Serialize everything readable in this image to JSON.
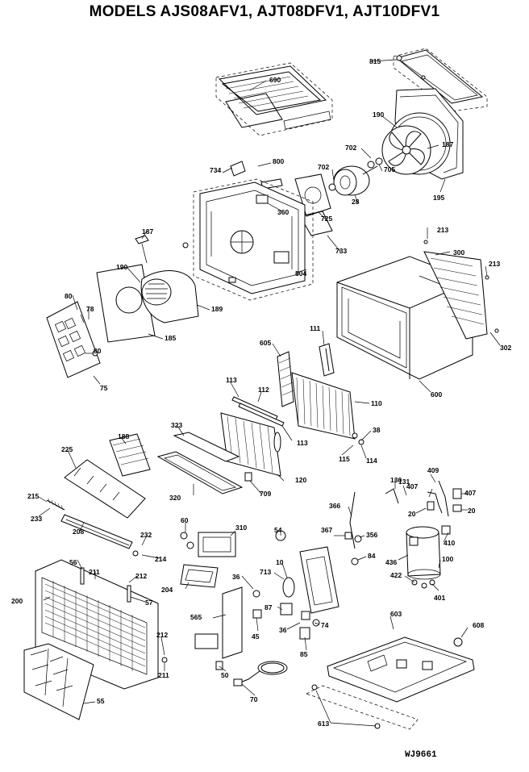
{
  "title": "MODELS AJS08AFV1, AJT08DFV1, AJT10DFV1",
  "drawing_code": "WJ9661",
  "parts": [
    {
      "id": "p-690",
      "label": "690"
    },
    {
      "id": "p-815",
      "label": "815"
    },
    {
      "id": "p-190a",
      "label": "190"
    },
    {
      "id": "p-187a",
      "label": "187"
    },
    {
      "id": "p-702a",
      "label": "702"
    },
    {
      "id": "p-702b",
      "label": "702"
    },
    {
      "id": "p-705",
      "label": "705"
    },
    {
      "id": "p-195",
      "label": "195"
    },
    {
      "id": "p-734",
      "label": "734"
    },
    {
      "id": "p-800",
      "label": "800"
    },
    {
      "id": "p-28",
      "label": "28"
    },
    {
      "id": "p-360",
      "label": "360"
    },
    {
      "id": "p-725",
      "label": "725"
    },
    {
      "id": "p-733",
      "label": "733"
    },
    {
      "id": "p-187b",
      "label": "187"
    },
    {
      "id": "p-804",
      "label": "804"
    },
    {
      "id": "p-213a",
      "label": "213"
    },
    {
      "id": "p-300",
      "label": "300"
    },
    {
      "id": "p-213b",
      "label": "213"
    },
    {
      "id": "p-190b",
      "label": "190"
    },
    {
      "id": "p-189",
      "label": "189"
    },
    {
      "id": "p-185",
      "label": "185"
    },
    {
      "id": "p-80a",
      "label": "80"
    },
    {
      "id": "p-78",
      "label": "78"
    },
    {
      "id": "p-80b",
      "label": "80"
    },
    {
      "id": "p-75",
      "label": "75"
    },
    {
      "id": "p-111",
      "label": "111"
    },
    {
      "id": "p-302",
      "label": "302"
    },
    {
      "id": "p-605",
      "label": "605"
    },
    {
      "id": "p-600",
      "label": "600"
    },
    {
      "id": "p-113a",
      "label": "113"
    },
    {
      "id": "p-112",
      "label": "112"
    },
    {
      "id": "p-110",
      "label": "110"
    },
    {
      "id": "p-113b",
      "label": "113"
    },
    {
      "id": "p-38",
      "label": "38"
    },
    {
      "id": "p-115",
      "label": "115"
    },
    {
      "id": "p-114",
      "label": "114"
    },
    {
      "id": "p-323",
      "label": "323"
    },
    {
      "id": "p-188",
      "label": "188"
    },
    {
      "id": "p-225",
      "label": "225"
    },
    {
      "id": "p-120",
      "label": "120"
    },
    {
      "id": "p-320",
      "label": "320"
    },
    {
      "id": "p-709",
      "label": "709"
    },
    {
      "id": "p-409",
      "label": "409"
    },
    {
      "id": "p-130",
      "label": "130"
    },
    {
      "id": "p-131",
      "label": "131"
    },
    {
      "id": "p-407a",
      "label": "407"
    },
    {
      "id": "p-407b",
      "label": "407"
    },
    {
      "id": "p-215",
      "label": "215"
    },
    {
      "id": "p-233",
      "label": "233"
    },
    {
      "id": "p-60",
      "label": "60"
    },
    {
      "id": "p-310",
      "label": "310"
    },
    {
      "id": "p-366",
      "label": "366"
    },
    {
      "id": "p-20a",
      "label": "20"
    },
    {
      "id": "p-20b",
      "label": "20"
    },
    {
      "id": "p-208",
      "label": "208"
    },
    {
      "id": "p-232",
      "label": "232"
    },
    {
      "id": "p-54",
      "label": "54"
    },
    {
      "id": "p-367",
      "label": "367"
    },
    {
      "id": "p-356",
      "label": "356"
    },
    {
      "id": "p-410",
      "label": "410"
    },
    {
      "id": "p-214",
      "label": "214"
    },
    {
      "id": "p-56",
      "label": "56"
    },
    {
      "id": "p-211a",
      "label": "211"
    },
    {
      "id": "p-212a",
      "label": "212"
    },
    {
      "id": "p-10",
      "label": "10"
    },
    {
      "id": "p-84",
      "label": "84"
    },
    {
      "id": "p-436",
      "label": "436"
    },
    {
      "id": "p-100",
      "label": "100"
    },
    {
      "id": "p-204",
      "label": "204"
    },
    {
      "id": "p-422",
      "label": "422"
    },
    {
      "id": "p-36a",
      "label": "36"
    },
    {
      "id": "p-713",
      "label": "713"
    },
    {
      "id": "p-200",
      "label": "200"
    },
    {
      "id": "p-57",
      "label": "57"
    },
    {
      "id": "p-401",
      "label": "401"
    },
    {
      "id": "p-87",
      "label": "87"
    },
    {
      "id": "p-565",
      "label": "565"
    },
    {
      "id": "p-603",
      "label": "603"
    },
    {
      "id": "p-608",
      "label": "608"
    },
    {
      "id": "p-36b",
      "label": "36"
    },
    {
      "id": "p-74",
      "label": "74"
    },
    {
      "id": "p-45",
      "label": "45"
    },
    {
      "id": "p-212b",
      "label": "212"
    },
    {
      "id": "p-85",
      "label": "85"
    },
    {
      "id": "p-211b",
      "label": "211"
    },
    {
      "id": "p-50",
      "label": "50"
    },
    {
      "id": "p-70",
      "label": "70"
    },
    {
      "id": "p-55",
      "label": "55"
    },
    {
      "id": "p-613",
      "label": "613"
    }
  ]
}
